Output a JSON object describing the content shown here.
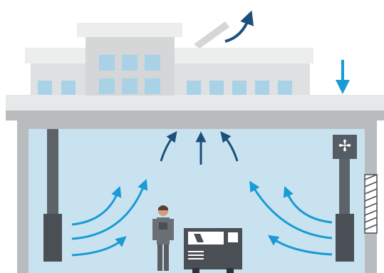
{
  "diagram": {
    "subject": "factory-compressor-room-ventilation",
    "elements": [
      "building-roof-structure",
      "exhaust-air-arrow",
      "intake-air-arrow",
      "room-interior",
      "extraction-duct",
      "wall-fan",
      "warm-air-flows",
      "technician",
      "air-compressor",
      "ventilation-grille"
    ],
    "icons": {
      "wall_fan": "fan-icon",
      "warm_air": "curved-arrow-icon",
      "exhaust": "curved-arrow-up-right-icon",
      "intake": "arrow-down-icon"
    },
    "colors": {
      "airflow": "#1a9ad6",
      "room_fill": "#c8e3ef",
      "roof_light": "#e7e8ea",
      "roof_mid": "#b9bcbf",
      "window": "#a9d2e7",
      "equipment_dark": "#4a4f55"
    }
  }
}
